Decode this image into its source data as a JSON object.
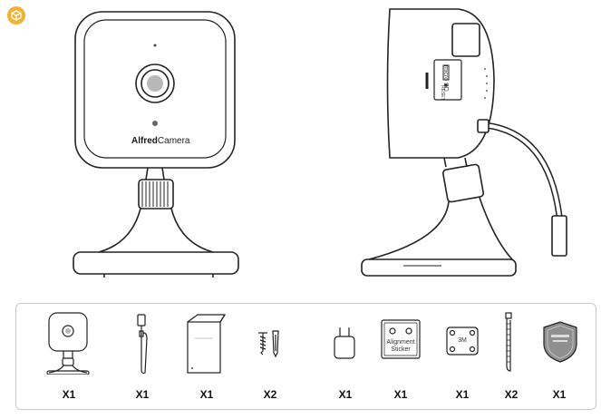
{
  "brand": {
    "bold": "Alfred",
    "regular": "Camera"
  },
  "side_view": {
    "sd_slot_label": "micro SD",
    "reset_label": "RESET"
  },
  "kit": {
    "items": [
      {
        "name": "camera",
        "qty": "X1"
      },
      {
        "name": "usb-cable",
        "qty": "X1"
      },
      {
        "name": "user-guide",
        "qty": "X1"
      },
      {
        "name": "screws-and-anchors",
        "qty": "X2"
      },
      {
        "name": "power-adapter",
        "qty": "X1"
      },
      {
        "name": "alignment-sticker",
        "qty": "X1",
        "label_line1": "Alignment",
        "label_line2": "Sticker"
      },
      {
        "name": "3m-mounting-pad",
        "qty": "X1",
        "label": "3M"
      },
      {
        "name": "cable-ties",
        "qty": "X2"
      },
      {
        "name": "warning-sticker",
        "qty": "X1"
      }
    ]
  },
  "colors": {
    "badge": "#f2b233",
    "line": "#222222",
    "panel_border": "#c9c9c9"
  }
}
